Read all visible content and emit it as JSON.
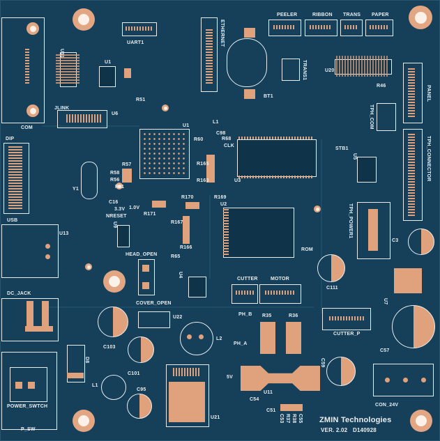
{
  "board": {
    "colors": {
      "solder_mask": "#16405a",
      "copper": "#e0a27c",
      "silkscreen": "#e8eef0"
    }
  },
  "labels": {
    "com": "COM",
    "dip": "DIP",
    "usb": "USB",
    "dc_jack": "DC_JACK",
    "power_swtch": "POWER_SWTCH",
    "p_sw": "P_SW",
    "u11_top": "U11",
    "u1_small": "U1",
    "uart1": "UART1",
    "ethernet": "ETHERNET",
    "peeler": "PEELER",
    "ribbon": "RIBBON",
    "trans": "TRANS",
    "paper": "PAPER",
    "bt1": "BT1",
    "trans1": "TRANS1",
    "u20": "U20",
    "r46": "R46",
    "panel": "PANEL",
    "tph_com": "TPH_COM",
    "tph_connector": "TPH_CONNECTOR",
    "stb1": "STB1",
    "u5": "U5",
    "tph_power1": "TPH_POWER1",
    "c3": "C3",
    "u7": "U7",
    "c57": "C57",
    "con_24v": "CON_24V",
    "jlink": "JLINK",
    "u6": "U6",
    "r51": "R51",
    "u1": "U1",
    "l1_top": "L1",
    "c98": "C98",
    "r60": "R60",
    "r68": "R68",
    "clk": "CLK",
    "r165": "R165",
    "r163": "R163",
    "u3": "U3",
    "r169": "R169",
    "u2": "U2",
    "r170": "R170",
    "r171": "R171",
    "r167": "R167",
    "r166": "R166",
    "r65": "R65",
    "r57": "R57",
    "r58": "R58",
    "r56": "R56",
    "r11": "R11",
    "c16": "C16",
    "v33": "3.3V",
    "v10": "1.0V",
    "nreset": "NRESET",
    "u9": "U9",
    "u13": "U13",
    "y1": "Y1",
    "head_open": "HEAD_OPEN",
    "cover_open": "COVER_OPEN",
    "cutter": "CUTTER",
    "motor": "MOTOR",
    "rom": "ROM",
    "c111": "C111",
    "r35": "R35",
    "r36": "R36",
    "cutter_p": "CUTTER_P",
    "u22": "U22",
    "u4": "U4",
    "l2": "L2",
    "ph_b": "PH_B",
    "ph_a": "PH_A",
    "c103": "C103",
    "c101": "C101",
    "c95": "C95",
    "l1": "L1",
    "d8": "D8",
    "u21": "U21",
    "v5": "5V",
    "c59": "C59",
    "c54": "C54",
    "c51": "C51",
    "u11": "U11",
    "c53": "C53",
    "r37": "R37",
    "r38": "R38",
    "c55": "C55"
  },
  "footer": {
    "company": "ZMIN Technologies",
    "version": "VER. 2.02",
    "code": "D140928"
  }
}
